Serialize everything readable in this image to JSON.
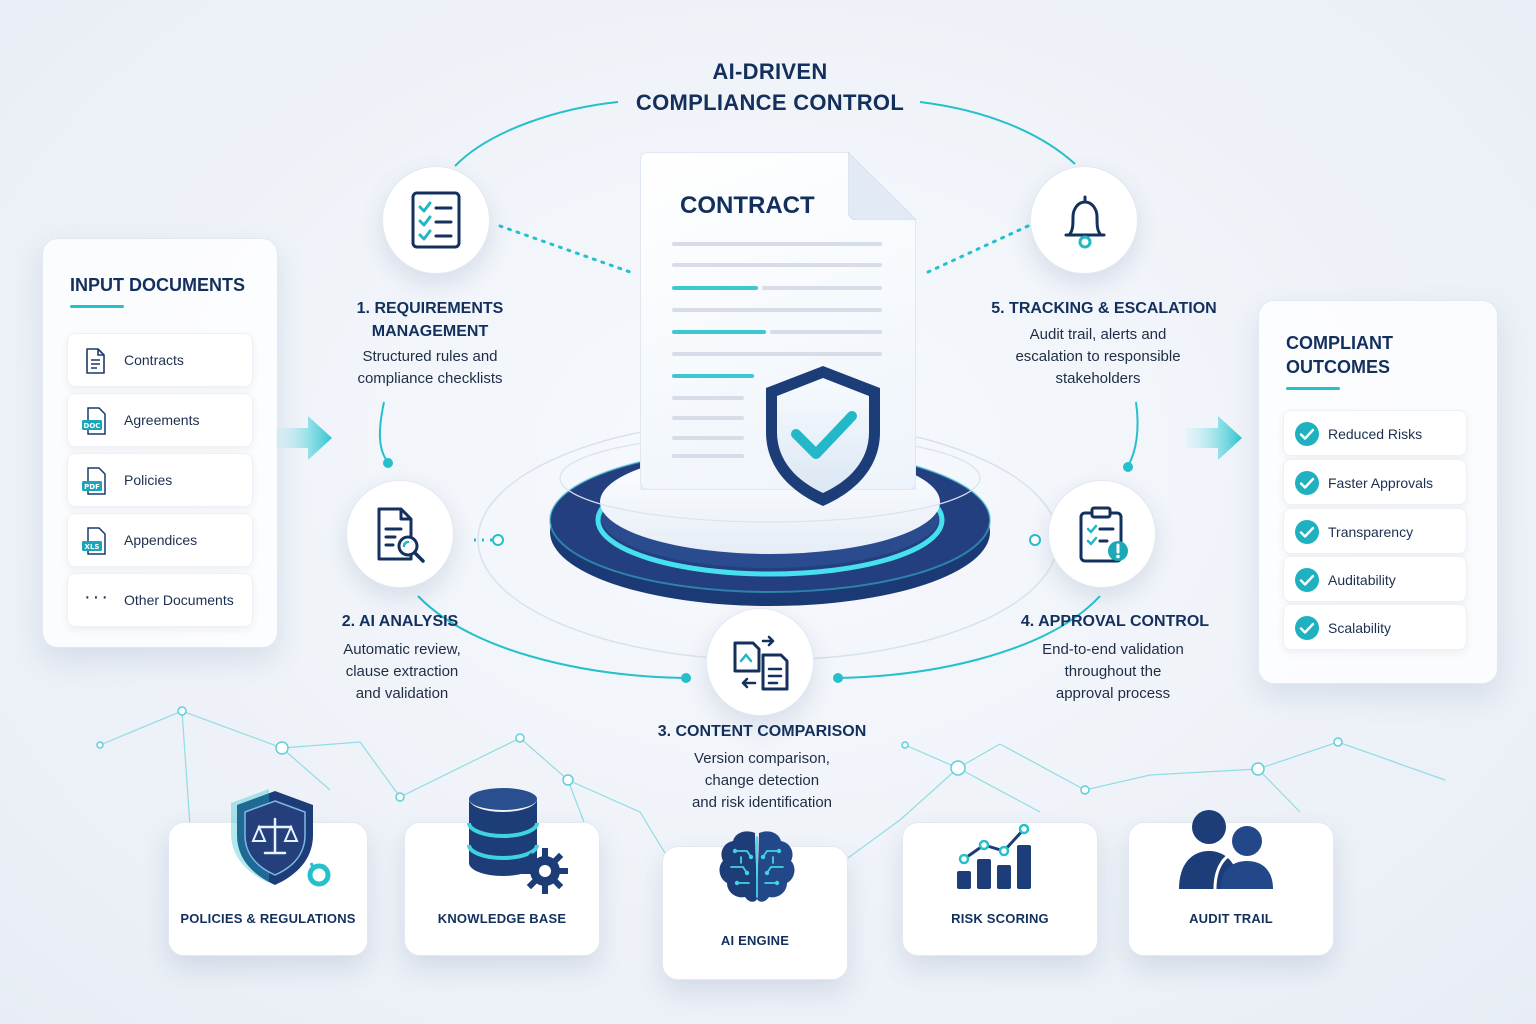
{
  "title": {
    "line1": "AI-DRIVEN",
    "line2": "COMPLIANCE CONTROL"
  },
  "input_panel": {
    "title": "INPUT DOCUMENTS",
    "items": [
      {
        "label": "Contracts",
        "icon": "document-icon"
      },
      {
        "label": "Agreements",
        "icon": "doc-file-icon",
        "badge": "DOC"
      },
      {
        "label": "Policies",
        "icon": "pdf-file-icon",
        "badge": "PDF"
      },
      {
        "label": "Appendices",
        "icon": "xls-file-icon",
        "badge": "XLS"
      },
      {
        "label": "Other Documents",
        "icon": "more-icon",
        "badge": "···"
      }
    ]
  },
  "contract": {
    "title": "CONTRACT",
    "icon": "shield-check-icon"
  },
  "steps": [
    {
      "title_l1": "1. REQUIREMENTS",
      "title_l2": "MANAGEMENT",
      "desc_l1": "Structured rules and",
      "desc_l2": "compliance checklists",
      "icon": "checklist-icon"
    },
    {
      "title": "2. AI ANALYSIS",
      "desc_l1": "Automatic review,",
      "desc_l2": "clause extraction",
      "desc_l3": "and validation",
      "icon": "document-search-icon"
    },
    {
      "title": "3. CONTENT COMPARISON",
      "desc_l1": "Version comparison,",
      "desc_l2": "change detection",
      "desc_l3": "and risk identification",
      "icon": "compare-documents-icon"
    },
    {
      "title": "4. APPROVAL CONTROL",
      "desc_l1": "End-to-end validation",
      "desc_l2": "throughout the",
      "desc_l3": "approval process",
      "icon": "clipboard-alert-icon"
    },
    {
      "title": "5. TRACKING & ESCALATION",
      "desc_l1": "Audit trail, alerts and",
      "desc_l2": "escalation to responsible",
      "desc_l3": "stakeholders",
      "icon": "bell-icon"
    }
  ],
  "outcomes_panel": {
    "title_l1": "COMPLIANT",
    "title_l2": "OUTCOMES",
    "items": [
      "Reduced Risks",
      "Faster Approvals",
      "Transparency",
      "Auditability",
      "Scalability"
    ]
  },
  "foundations": [
    {
      "label": "POLICIES & REGULATIONS",
      "icon": "scales-shield-icon"
    },
    {
      "label": "KNOWLEDGE BASE",
      "icon": "database-gear-icon"
    },
    {
      "label": "AI ENGINE",
      "icon": "brain-icon"
    },
    {
      "label": "RISK SCORING",
      "icon": "bar-chart-trend-icon"
    },
    {
      "label": "AUDIT TRAIL",
      "icon": "users-icon"
    }
  ],
  "colors": {
    "navy": "#13305d",
    "teal": "#25c0cc",
    "accent_blue": "#1d3d78"
  }
}
